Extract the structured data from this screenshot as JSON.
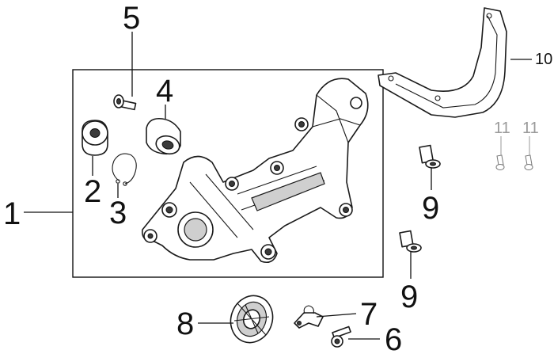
{
  "callouts": {
    "c1": "1",
    "c2": "2",
    "c3": "3",
    "c4": "4",
    "c5": "5",
    "c6": "6",
    "c7": "7",
    "c8": "8",
    "c9a": "9",
    "c9b": "9",
    "c10": "10",
    "c11a": "11",
    "c11b": "11"
  }
}
